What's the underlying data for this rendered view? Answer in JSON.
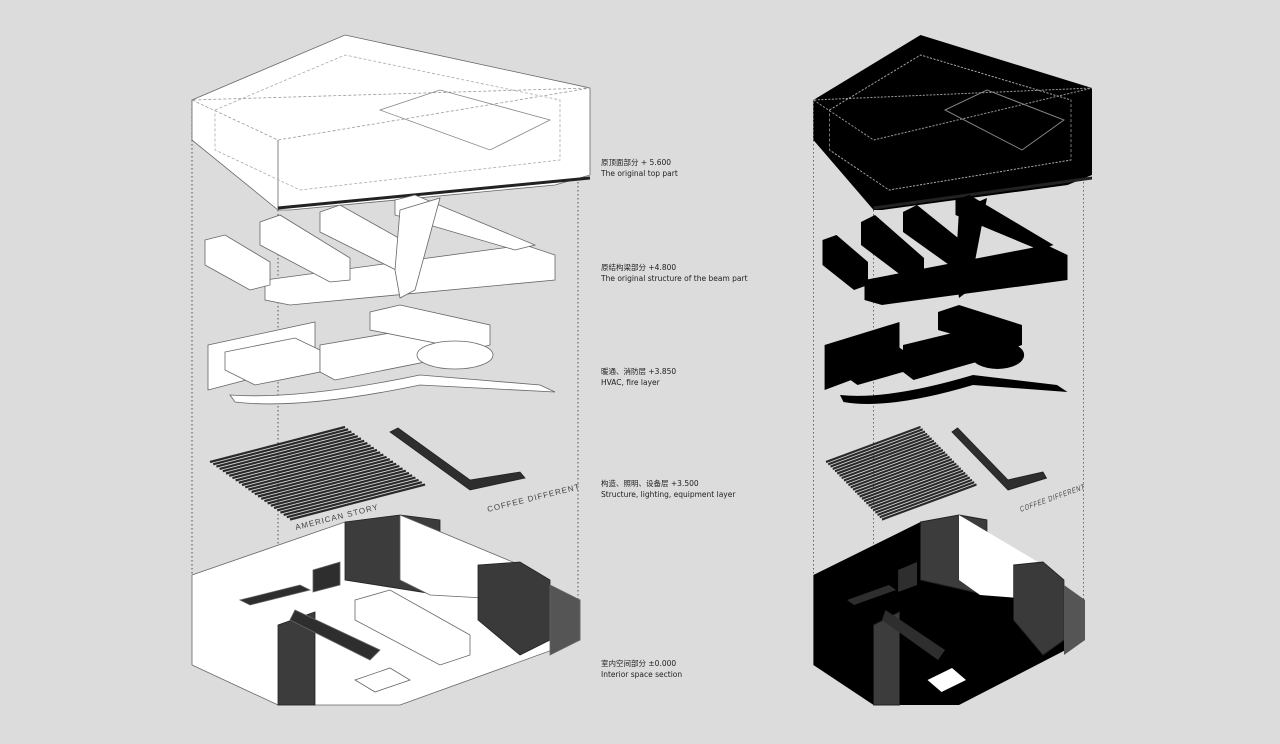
{
  "layers": [
    {
      "zh": "原顶面部分 + 5.600",
      "en": "The original top part"
    },
    {
      "zh": "原结构梁部分 +4.800",
      "en": "The original structure of the beam part"
    },
    {
      "zh": "暖通、消防层 +3.850",
      "en": "HVAC, fire layer"
    },
    {
      "zh": "构造、照明、设备层 +3.500",
      "en": "Structure, lighting, equipment layer"
    },
    {
      "zh": "室内空间部分 ±0.000",
      "en": "Interior space section"
    }
  ],
  "signage": {
    "left": "AMERICAN STORY",
    "right": "COFFEE DIFFERENT"
  },
  "colors": {
    "background": "#dcdcdc",
    "surface": "#ffffff",
    "dark": "#3a3a3a",
    "line": "#555555"
  }
}
